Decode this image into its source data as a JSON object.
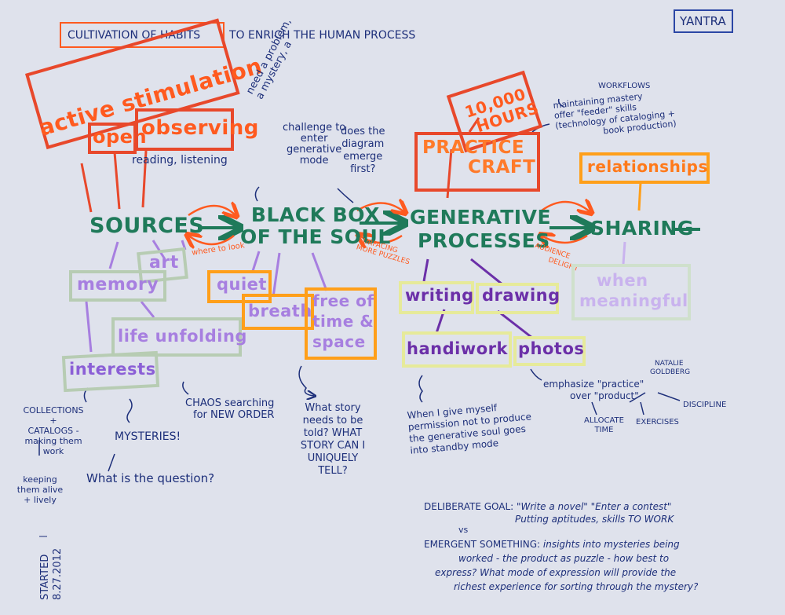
{
  "header": {
    "title_boxed": "CULTIVATION OF HABITS",
    "title_rest": "TO ENRICH THE HUMAN PROCESS",
    "tag": "YANTRA"
  },
  "top_left": {
    "active": "active stimulation",
    "open": "open",
    "observing": "observing",
    "reading": "reading, listening"
  },
  "notes_top": {
    "mystery": [
      "need a problem,",
      "a mystery, a",
      "challenge to",
      "enter",
      "generative",
      "mode"
    ],
    "diagram": [
      "does the",
      "diagram",
      "emerge",
      "first?"
    ],
    "workflows": "WORKFLOWS",
    "mastery": [
      "maintaining mastery",
      "offer \"feeder\" skills",
      "(technology of cataloging +",
      "book production)"
    ]
  },
  "practice": {
    "hours": [
      "10,000",
      "HOURS"
    ],
    "craft": [
      "PRACTICE",
      "CRAFT"
    ],
    "relationships": "relationships"
  },
  "flow": {
    "sources": "SOURCES",
    "black_box": [
      "BLACK BOX",
      "OF THE SOUL"
    ],
    "generative": [
      "GENERATIVE",
      "PROCESSES"
    ],
    "sharing": "SHARING",
    "where_to_look": "where to look",
    "surfacing": [
      "SURFACING",
      "MORE PUZZLES"
    ],
    "audience": [
      "AUDIENCE",
      "DELIGHT"
    ]
  },
  "sources_items": {
    "memory": "memory",
    "art": "art",
    "life": "life unfolding",
    "interests": "interests"
  },
  "soul_items": {
    "quiet": "quiet",
    "breath": "breath",
    "free": [
      "free of",
      "time &",
      "space"
    ]
  },
  "process_items": {
    "writing": "writing",
    "drawing": "drawing",
    "handiwork": "handiwork",
    "photos": "photos"
  },
  "sharing_items": {
    "when": [
      "when",
      "meaningful"
    ]
  },
  "notes_bottom": {
    "collections": [
      "COLLECTIONS",
      "+",
      "CATALOGS -",
      "making them",
      "work"
    ],
    "keeping": [
      "keeping",
      "them alive",
      "+ lively"
    ],
    "mysteries": "MYSTERIES!",
    "question": "What is the question?",
    "chaos": [
      "CHAOS searching",
      "for NEW ORDER"
    ],
    "story": [
      "What story",
      "needs to be",
      "told? WHAT",
      "STORY CAN I",
      "UNIQUELY",
      "TELL?"
    ],
    "permission": [
      "When I give myself",
      "permission not to produce",
      "the generative soul goes",
      "into standby mode"
    ],
    "natalie": [
      "NATALIE",
      "GOLDBERG"
    ],
    "emphasize": [
      "emphasize \"practice\"",
      "over \"product\""
    ],
    "discipline": "DISCIPLINE",
    "allocate": [
      "ALLOCATE",
      "TIME"
    ],
    "exercises": "EXERCISES"
  },
  "goals": {
    "deliberate_label": "DELIBERATE GOAL:",
    "deliberate_text": "\"Write a novel\"  \"Enter a contest\"",
    "deliberate_sub": "Putting aptitudes, skills TO WORK",
    "vs": "vs",
    "emergent_label": "EMERGENT SOMETHING:",
    "emergent_lines": [
      "insights into mysteries being",
      "worked - the product as puzzle - how best to",
      "express? What mode of expression will provide the",
      "richest experience for sorting through the mystery?"
    ]
  },
  "signature": [
    "STARTED",
    "8.27.2012"
  ]
}
